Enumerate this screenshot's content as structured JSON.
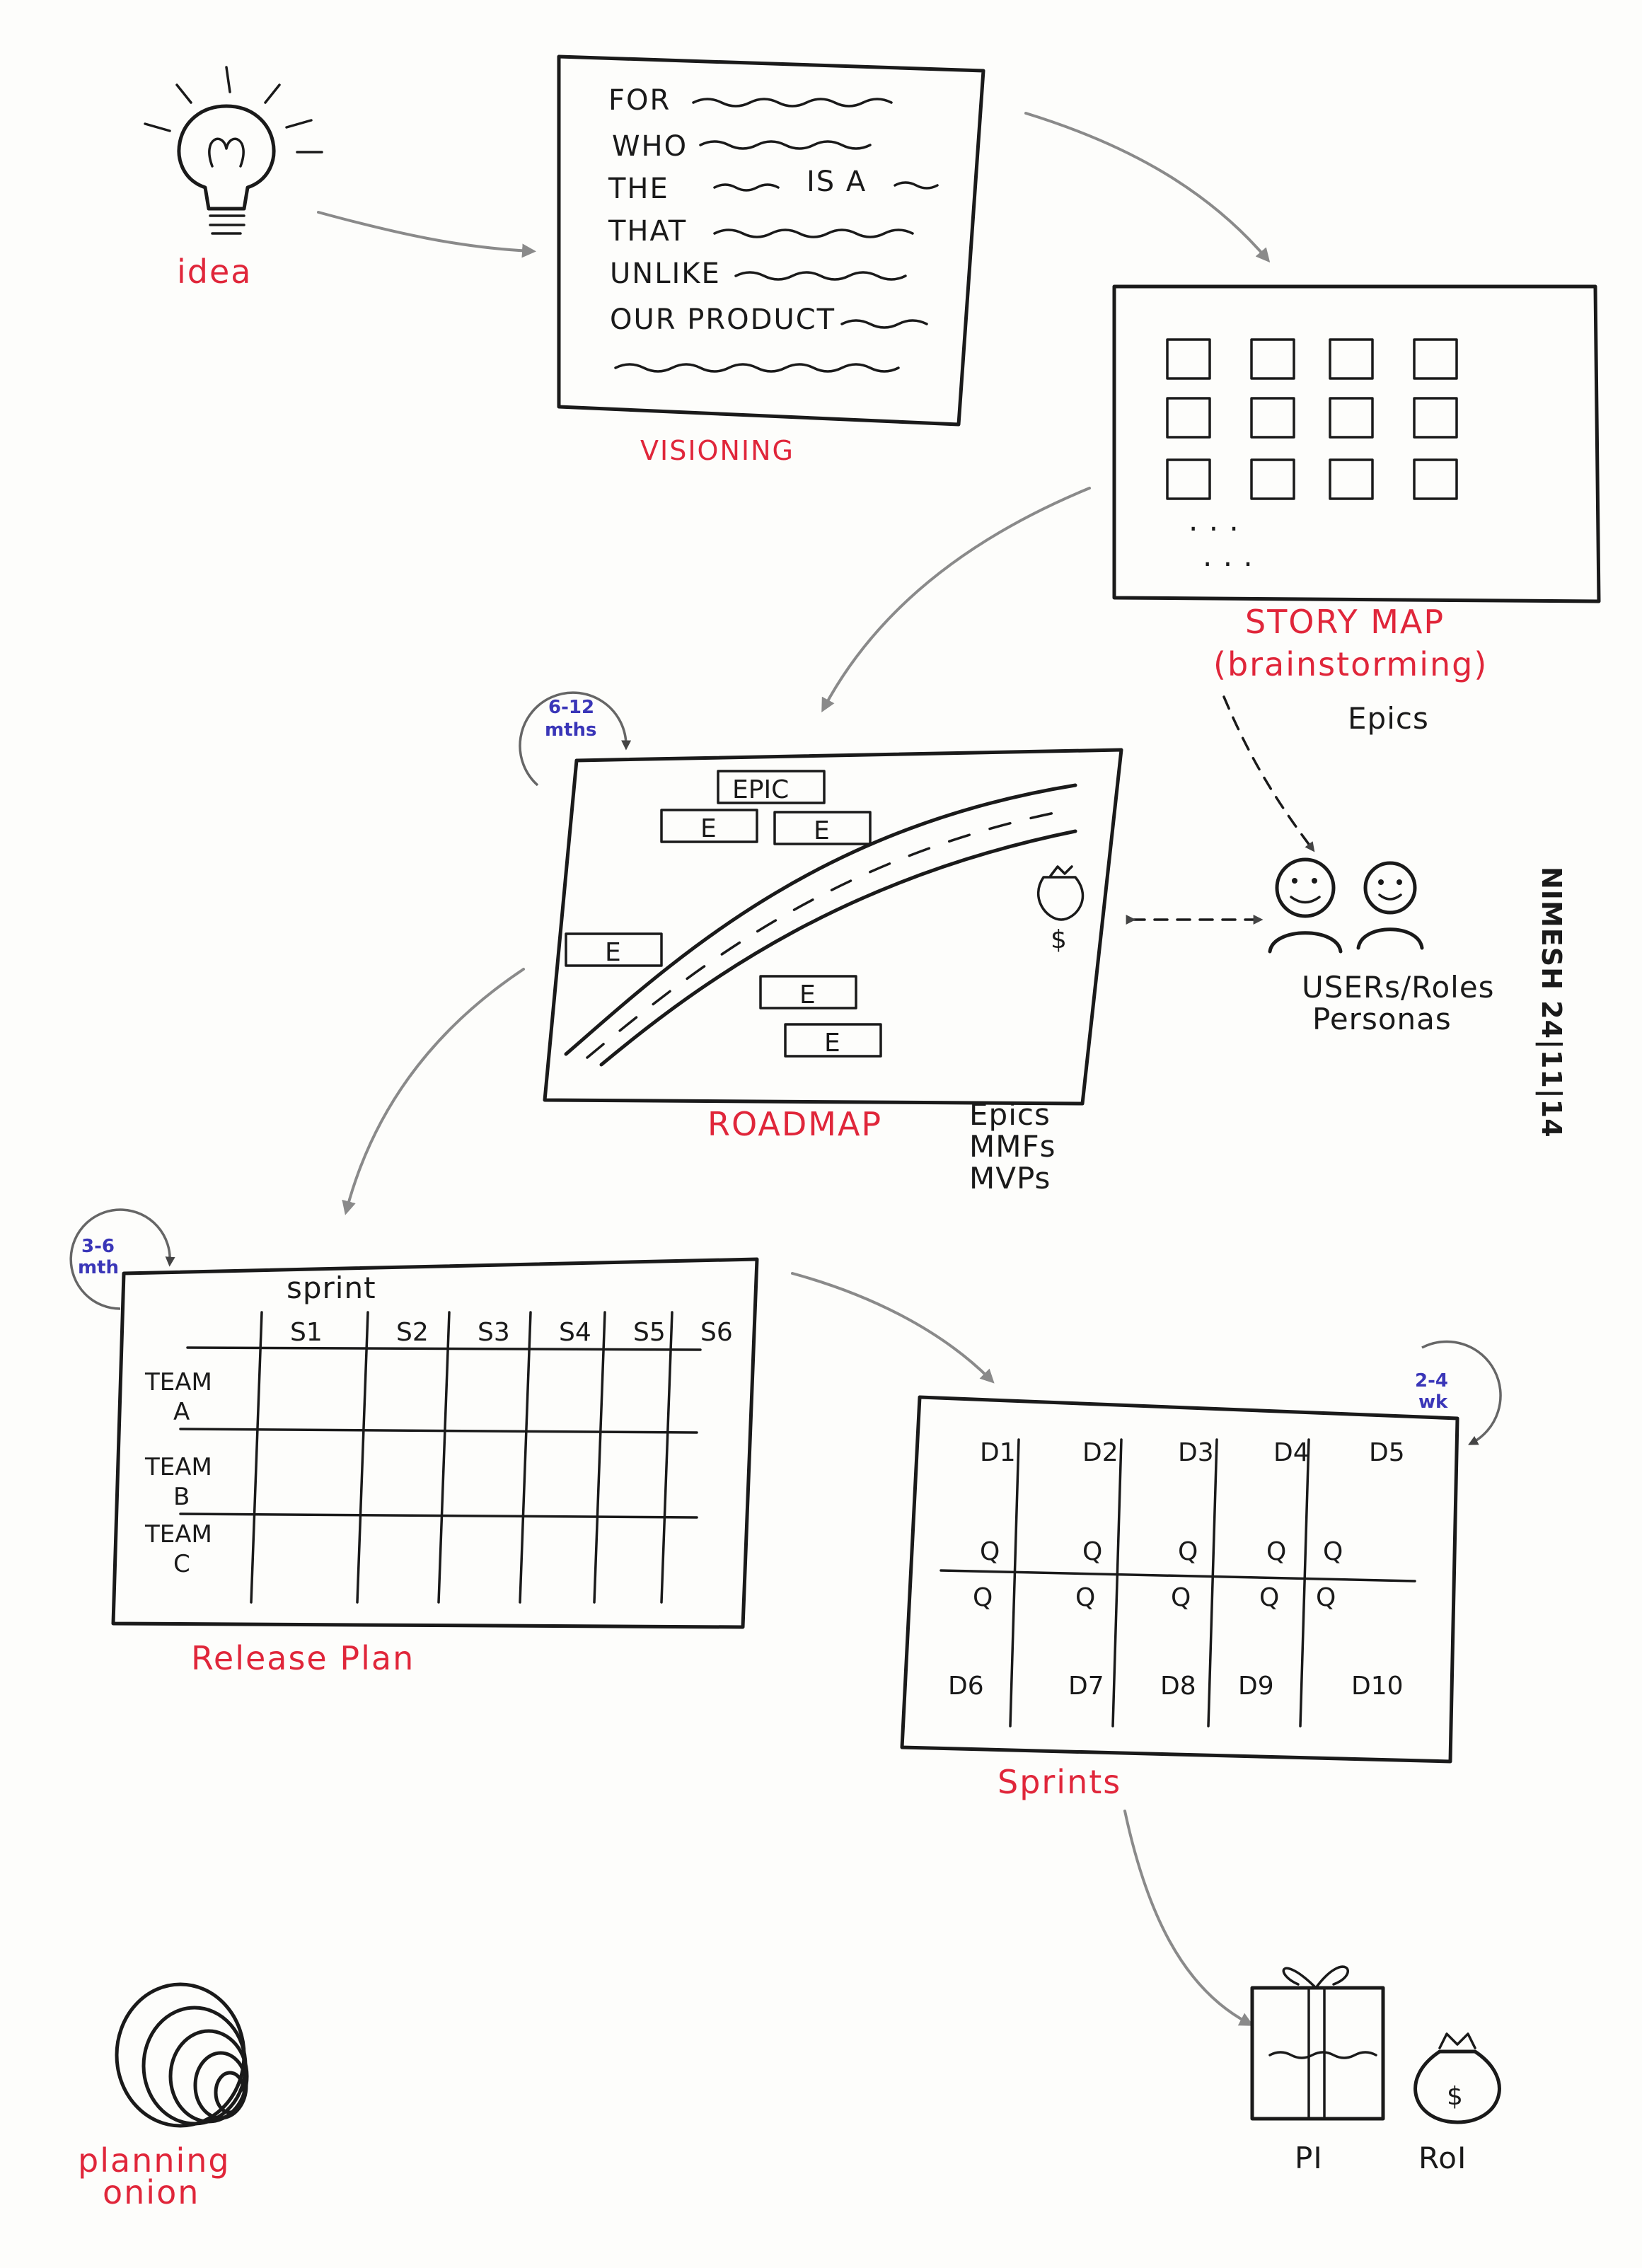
{
  "idea": {
    "label": "idea"
  },
  "vision": {
    "label": "VISIONING",
    "lines": [
      "FOR",
      "WHO",
      "THE",
      "IS A",
      "THAT",
      "UNLIKE",
      "OUR PRODUCT"
    ]
  },
  "story_map": {
    "label": "STORY MAP",
    "sublabel": "(brainstorming)",
    "note": "Epics",
    "ellipsis": ". . ."
  },
  "roadmap": {
    "label": "ROADMAP",
    "cycle": [
      "6-12",
      "mths"
    ],
    "epic_label": "EPIC",
    "epic_short": "E",
    "notes": [
      "Epics",
      "MMFs",
      "MVPs"
    ]
  },
  "users": {
    "label_1": "USERs/Roles",
    "label_2": "Personas"
  },
  "author": {
    "text": "NIMESH 24|11|14"
  },
  "release_plan": {
    "label": "Release Plan",
    "cycle": [
      "3-6",
      "mth"
    ],
    "sprint_header": "sprint",
    "columns": [
      "S1",
      "S2",
      "S3",
      "S4",
      "S5",
      "S6"
    ],
    "rows": [
      [
        "TEAM",
        "A"
      ],
      [
        "TEAM",
        "B"
      ],
      [
        "TEAM",
        "C"
      ]
    ]
  },
  "sprints": {
    "label": "Sprints",
    "cycle": [
      "2-4",
      "wk"
    ],
    "days_top": [
      "D1",
      "D2",
      "D3",
      "D4",
      "D5"
    ],
    "days_bottom": [
      "D6",
      "D7",
      "D8",
      "D9",
      "D10"
    ],
    "q": "Q"
  },
  "outcome": {
    "pi_label": "PI",
    "roi_label": "RoI",
    "dollar": "$"
  },
  "onion": {
    "label_1": "planning",
    "label_2": "onion"
  },
  "colors": {
    "ink": "#1a1a1a",
    "label_red": "#e0263a",
    "cycle_blue": "#3a36b8",
    "flow_grey": "#8a8a8a"
  }
}
